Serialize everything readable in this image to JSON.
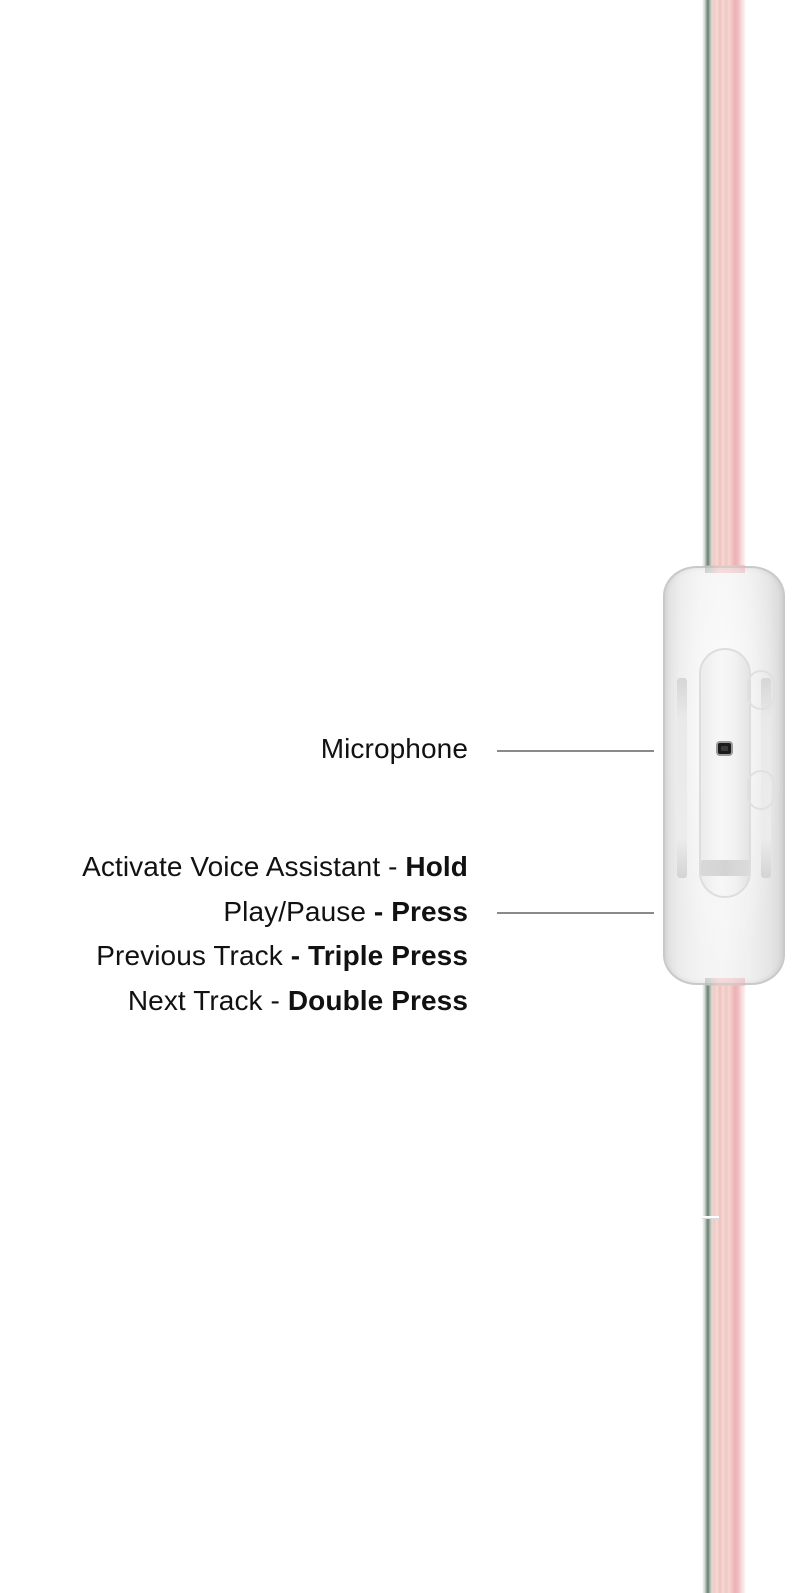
{
  "diagram": {
    "subject": "In-line remote with microphone on earphone cable",
    "colors": {
      "background": "#ffffff",
      "text": "#111111",
      "leader_line": "#8a8a8a",
      "cable_green": "#6c7f74",
      "cable_pink": "#ecb2b6",
      "cable_peach": "#f6d8d2",
      "remote_body": "#efefef",
      "mic_hole": "#1b1b1b"
    },
    "callouts": [
      {
        "id": "microphone",
        "label": "Microphone",
        "target": "microphone-hole"
      },
      {
        "id": "button",
        "target": "control-button",
        "lines": [
          {
            "action": "Activate Voice Assistant",
            "separator": " - ",
            "gesture": "Hold"
          },
          {
            "action": "Play/Pause",
            "separator": " - ",
            "gesture": "Press"
          },
          {
            "action": "Previous Track",
            "separator": " - ",
            "gesture": "Triple Press"
          },
          {
            "action": "Next Track",
            "separator": " - ",
            "gesture": "Double Press"
          }
        ]
      }
    ]
  }
}
